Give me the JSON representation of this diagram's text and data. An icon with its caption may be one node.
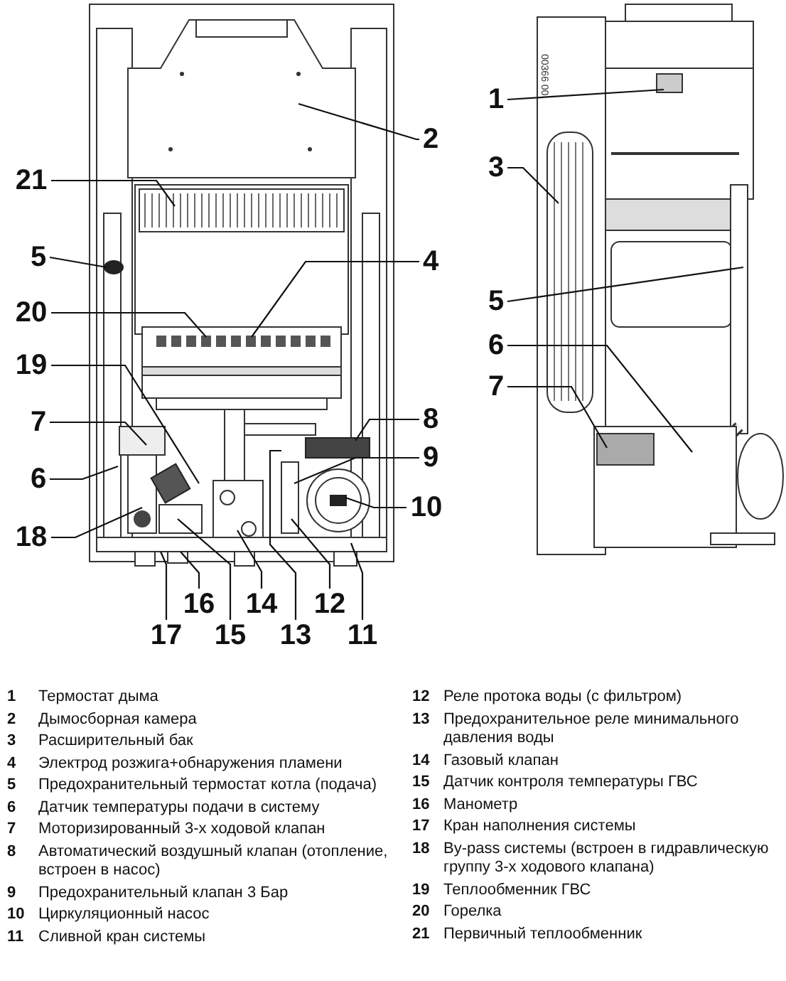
{
  "diagram": {
    "nodes": [
      {
        "text": [
          "1"
        ]
      },
      {
        "text": [
          "2"
        ]
      },
      {
        "text": [
          "3"
        ]
      },
      {
        "text": [
          "21"
        ]
      },
      {
        "text": [
          "5"
        ]
      },
      {
        "text": [
          "4"
        ]
      },
      {
        "text": [
          "5"
        ]
      },
      {
        "text": [
          "20"
        ]
      },
      {
        "text": [
          "6"
        ]
      },
      {
        "text": [
          "19"
        ]
      },
      {
        "text": [
          "7"
        ]
      },
      {
        "text": [
          "8"
        ]
      },
      {
        "text": [
          "7"
        ]
      },
      {
        "text": [
          "9"
        ]
      },
      {
        "text": [
          "6"
        ]
      },
      {
        "text": [
          "10"
        ]
      },
      {
        "text": [
          "18"
        ]
      },
      {
        "text": [
          "16"
        ]
      },
      {
        "text": [
          "14"
        ]
      },
      {
        "text": [
          "12"
        ]
      },
      {
        "text": [
          "17"
        ]
      },
      {
        "text": [
          "15"
        ]
      },
      {
        "text": [
          "13"
        ]
      },
      {
        "text": [
          "11"
        ]
      }
    ],
    "edges": [
      {
        "from": 0,
        "to": null,
        "arrow": "none"
      },
      {
        "from": 1,
        "to": null,
        "arrow": "none"
      },
      {
        "from": 2,
        "to": null,
        "arrow": "none"
      },
      {
        "from": 3,
        "to": null,
        "arrow": "none"
      },
      {
        "from": 4,
        "to": null,
        "arrow": "none"
      },
      {
        "from": 5,
        "to": null,
        "arrow": "none"
      },
      {
        "from": 6,
        "to": null,
        "arrow": "none"
      },
      {
        "from": 7,
        "to": null,
        "arrow": "none"
      },
      {
        "from": 8,
        "to": null,
        "arrow": "none"
      },
      {
        "from": 9,
        "to": null,
        "arrow": "none"
      },
      {
        "from": 10,
        "to": null,
        "arrow": "none"
      },
      {
        "from": 11,
        "to": null,
        "arrow": "none"
      },
      {
        "from": 12,
        "to": null,
        "arrow": "none"
      },
      {
        "from": 13,
        "to": null,
        "arrow": "none"
      },
      {
        "from": 14,
        "to": null,
        "arrow": "none"
      },
      {
        "from": 15,
        "to": null,
        "arrow": "none"
      },
      {
        "from": 16,
        "to": null,
        "arrow": "none"
      },
      {
        "from": 17,
        "to": null,
        "arrow": "none"
      },
      {
        "from": 18,
        "to": null,
        "arrow": "none"
      },
      {
        "from": 19,
        "to": null,
        "arrow": "none"
      },
      {
        "from": 20,
        "to": null,
        "arrow": "none"
      },
      {
        "from": 21,
        "to": null,
        "arrow": "none"
      },
      {
        "from": 22,
        "to": null,
        "arrow": "none"
      },
      {
        "from": 23,
        "to": null,
        "arrow": "none"
      }
    ],
    "labels": [
      "00366 00",
      "1",
      "Термостат дыма",
      "2",
      "Дымосборная камера",
      "3",
      "Расширительный бак",
      "4",
      "Электрод розжига+обнаружения пламени",
      "5",
      "Предохранительный термостат котла (подача)",
      "6",
      "Датчик температуры подачи в систему",
      "7",
      "Моторизированный 3-х ходовой клапан",
      "8",
      "Автоматический воздушный клапан (отопление, встроен в насос)",
      "9",
      "Предохранительный клапан 3 Бар",
      "10",
      "Циркуляционный насос",
      "11",
      "Сливной кран системы",
      "12",
      "Реле протока воды (с фильтром)",
      "13",
      "Предохранительное реле минимального давления воды",
      "14",
      "Газовый клапан",
      "15",
      "Датчик контроля температуры ГВС",
      "16",
      "Манометр",
      "17",
      "Кран наполнения системы",
      "18",
      "By-pass системы (встроен в гидравлическую группу 3-х ходового клапана)",
      "19",
      "Теплообменник ГВС",
      "20",
      "Горелка",
      "21",
      "Первичный теплообменник"
    ]
  }
}
